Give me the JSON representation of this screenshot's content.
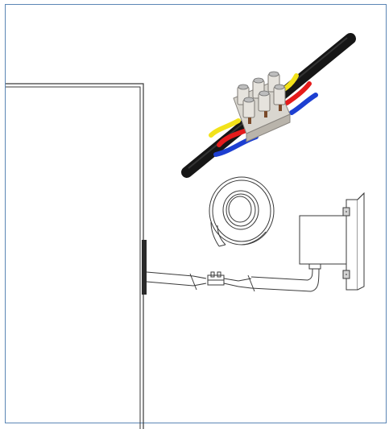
{
  "figure": {
    "panels": [
      "wall-panel",
      "terminal-block-illustration",
      "cable-coil",
      "cable-assembly",
      "junction-box"
    ],
    "colors": {
      "frame_border": "#5b86b5",
      "line": "#3a3a3a",
      "cable_black": "#1c1c1c",
      "wire_yellow": "#f2e21a",
      "wire_red": "#e51b1b",
      "wire_blue": "#1d3fd1",
      "terminal_block": "#d9d6cf",
      "terminal_screw": "#bdbdbd"
    },
    "icons": [
      "terminal-block-icon",
      "cable-coil-icon",
      "inline-fuse-icon",
      "junction-box-icon"
    ]
  }
}
